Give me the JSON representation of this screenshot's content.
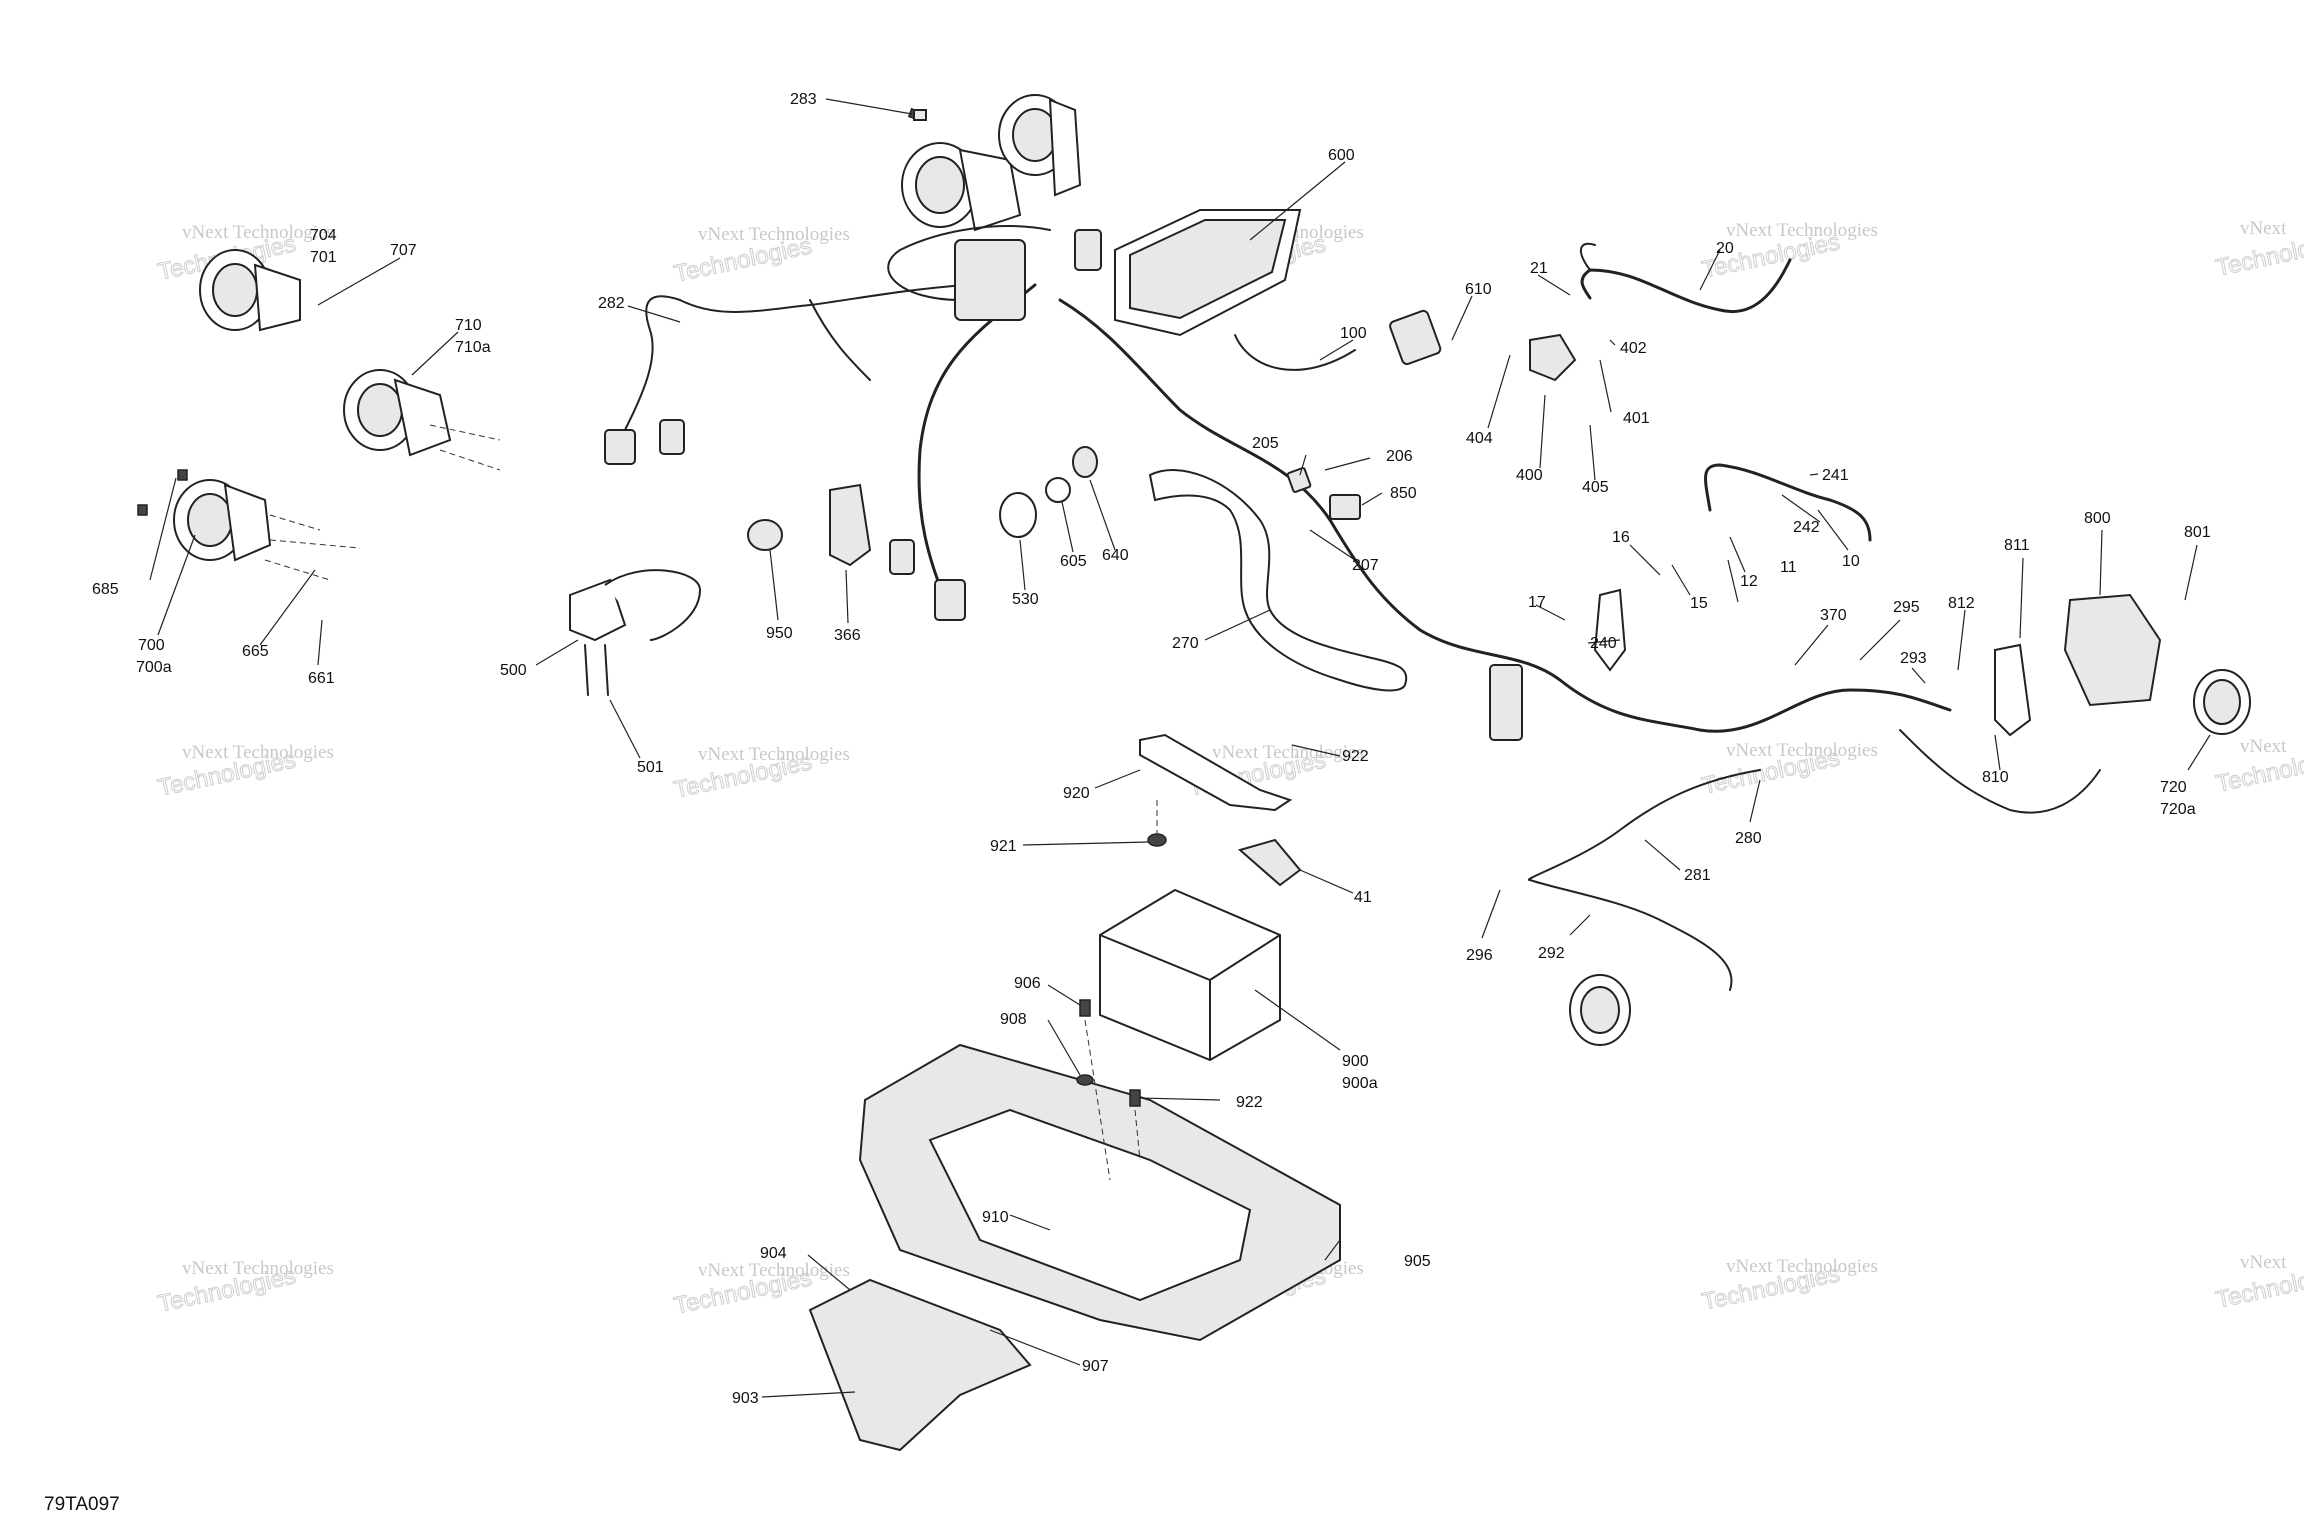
{
  "drawing_number": "79TA097",
  "watermark": {
    "line1": "vNext Technologies",
    "line2": "Technologies",
    "corner": "vNext"
  },
  "callouts": [
    "283",
    "600",
    "704",
    "701",
    "707",
    "710",
    "710a",
    "282",
    "21",
    "20",
    "610",
    "100",
    "402",
    "401",
    "404",
    "400",
    "405",
    "241",
    "242",
    "10",
    "12",
    "11",
    "15",
    "16",
    "17",
    "240",
    "205",
    "206",
    "850",
    "207",
    "685",
    "700",
    "700a",
    "665",
    "661",
    "950",
    "366",
    "530",
    "605",
    "640",
    "270",
    "500",
    "501",
    "370",
    "295",
    "293",
    "812",
    "811",
    "800",
    "801",
    "922",
    "920",
    "921",
    "41",
    "810",
    "720",
    "720a",
    "280",
    "281",
    "296",
    "292",
    "906",
    "908",
    "922",
    "900",
    "900a",
    "910",
    "904",
    "907",
    "905",
    "903"
  ]
}
